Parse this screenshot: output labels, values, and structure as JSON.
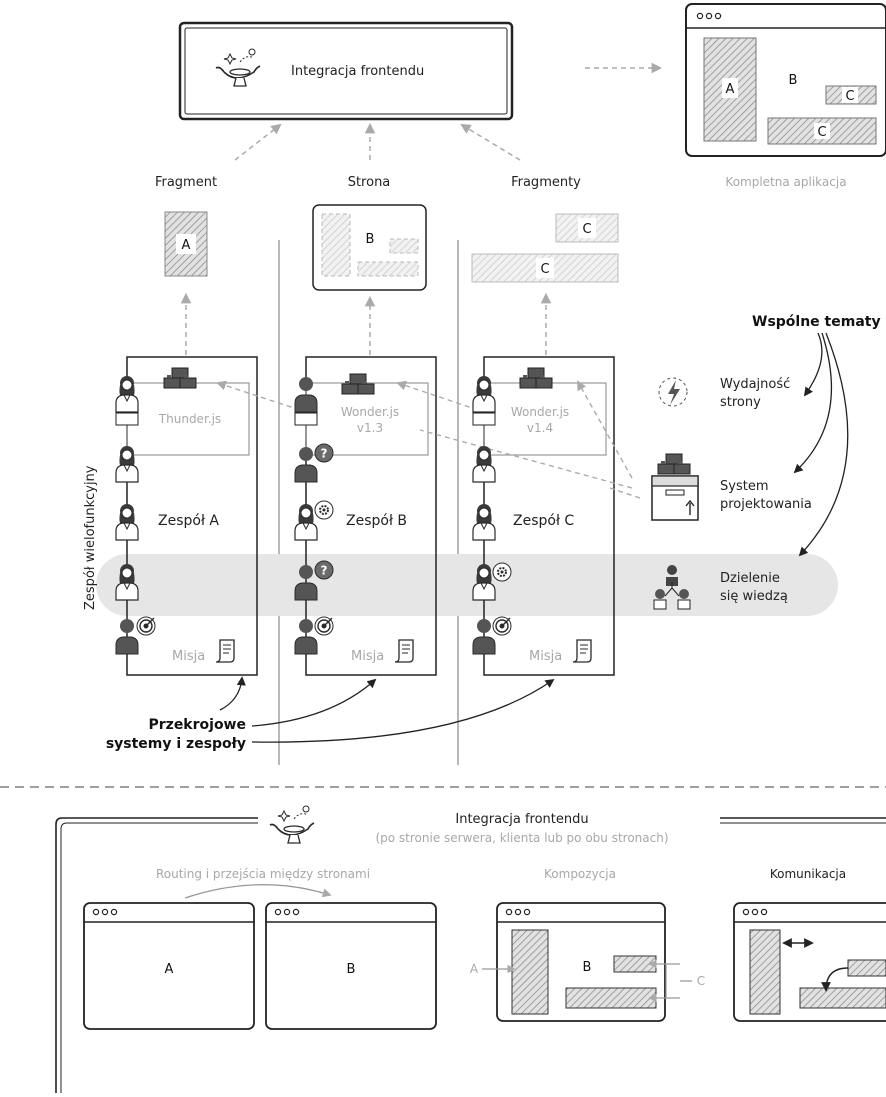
{
  "integration": {
    "title": "Integracja frontendu"
  },
  "complete_app": {
    "caption": "Kompletna aplikacja",
    "box_a": "A",
    "box_b": "B",
    "box_c_small": "C",
    "box_c_wide": "C"
  },
  "columns": [
    {
      "artifact_label": "Fragment",
      "preview_letters": [
        "A"
      ],
      "library": "Thunder.js",
      "library_version": "",
      "team": "Zespół A",
      "mission": "Misja"
    },
    {
      "artifact_label": "Strona",
      "preview_letters": [
        "B"
      ],
      "library": "Wonder.js",
      "library_version": "v1.3",
      "team": "Zespół B",
      "mission": "Misja"
    },
    {
      "artifact_label": "Fragmenty",
      "preview_letters": [
        "C",
        "C"
      ],
      "library": "Wonder.js",
      "library_version": "v1.4",
      "team": "Zespół C",
      "mission": "Misja"
    }
  ],
  "cross_functional_label": "Zespół wielofunkcyjny",
  "shared_topics": {
    "heading": "Wspólne tematy",
    "items": [
      {
        "line1": "Wydajność",
        "line2": "strony",
        "icon": "lightning-icon"
      },
      {
        "line1": "System",
        "line2": "projektowania",
        "icon": "design-system-box-icon"
      },
      {
        "line1": "Dzielenie",
        "line2": "się wiedzą",
        "icon": "people-icon"
      }
    ]
  },
  "cross_cutting": {
    "line1": "Przekrojowe",
    "line2": "systemy i zespoły"
  },
  "bottom": {
    "title": "Integracja frontendu",
    "subtitle": "(po stronie serwera, klienta lub po obu stronach)",
    "routing_label": "Routing i przejścia między stronami",
    "routing_a": "A",
    "routing_b": "B",
    "composition_label": "Kompozycja",
    "composition_a": "A",
    "composition_b": "B",
    "composition_c": "C",
    "communication_label": "Komunikacja"
  },
  "colors": {
    "hatch": "#9a9a9a",
    "band": "#e6e6e6",
    "dark": "#2a2a2a",
    "grey_text": "#a8a8a8"
  }
}
